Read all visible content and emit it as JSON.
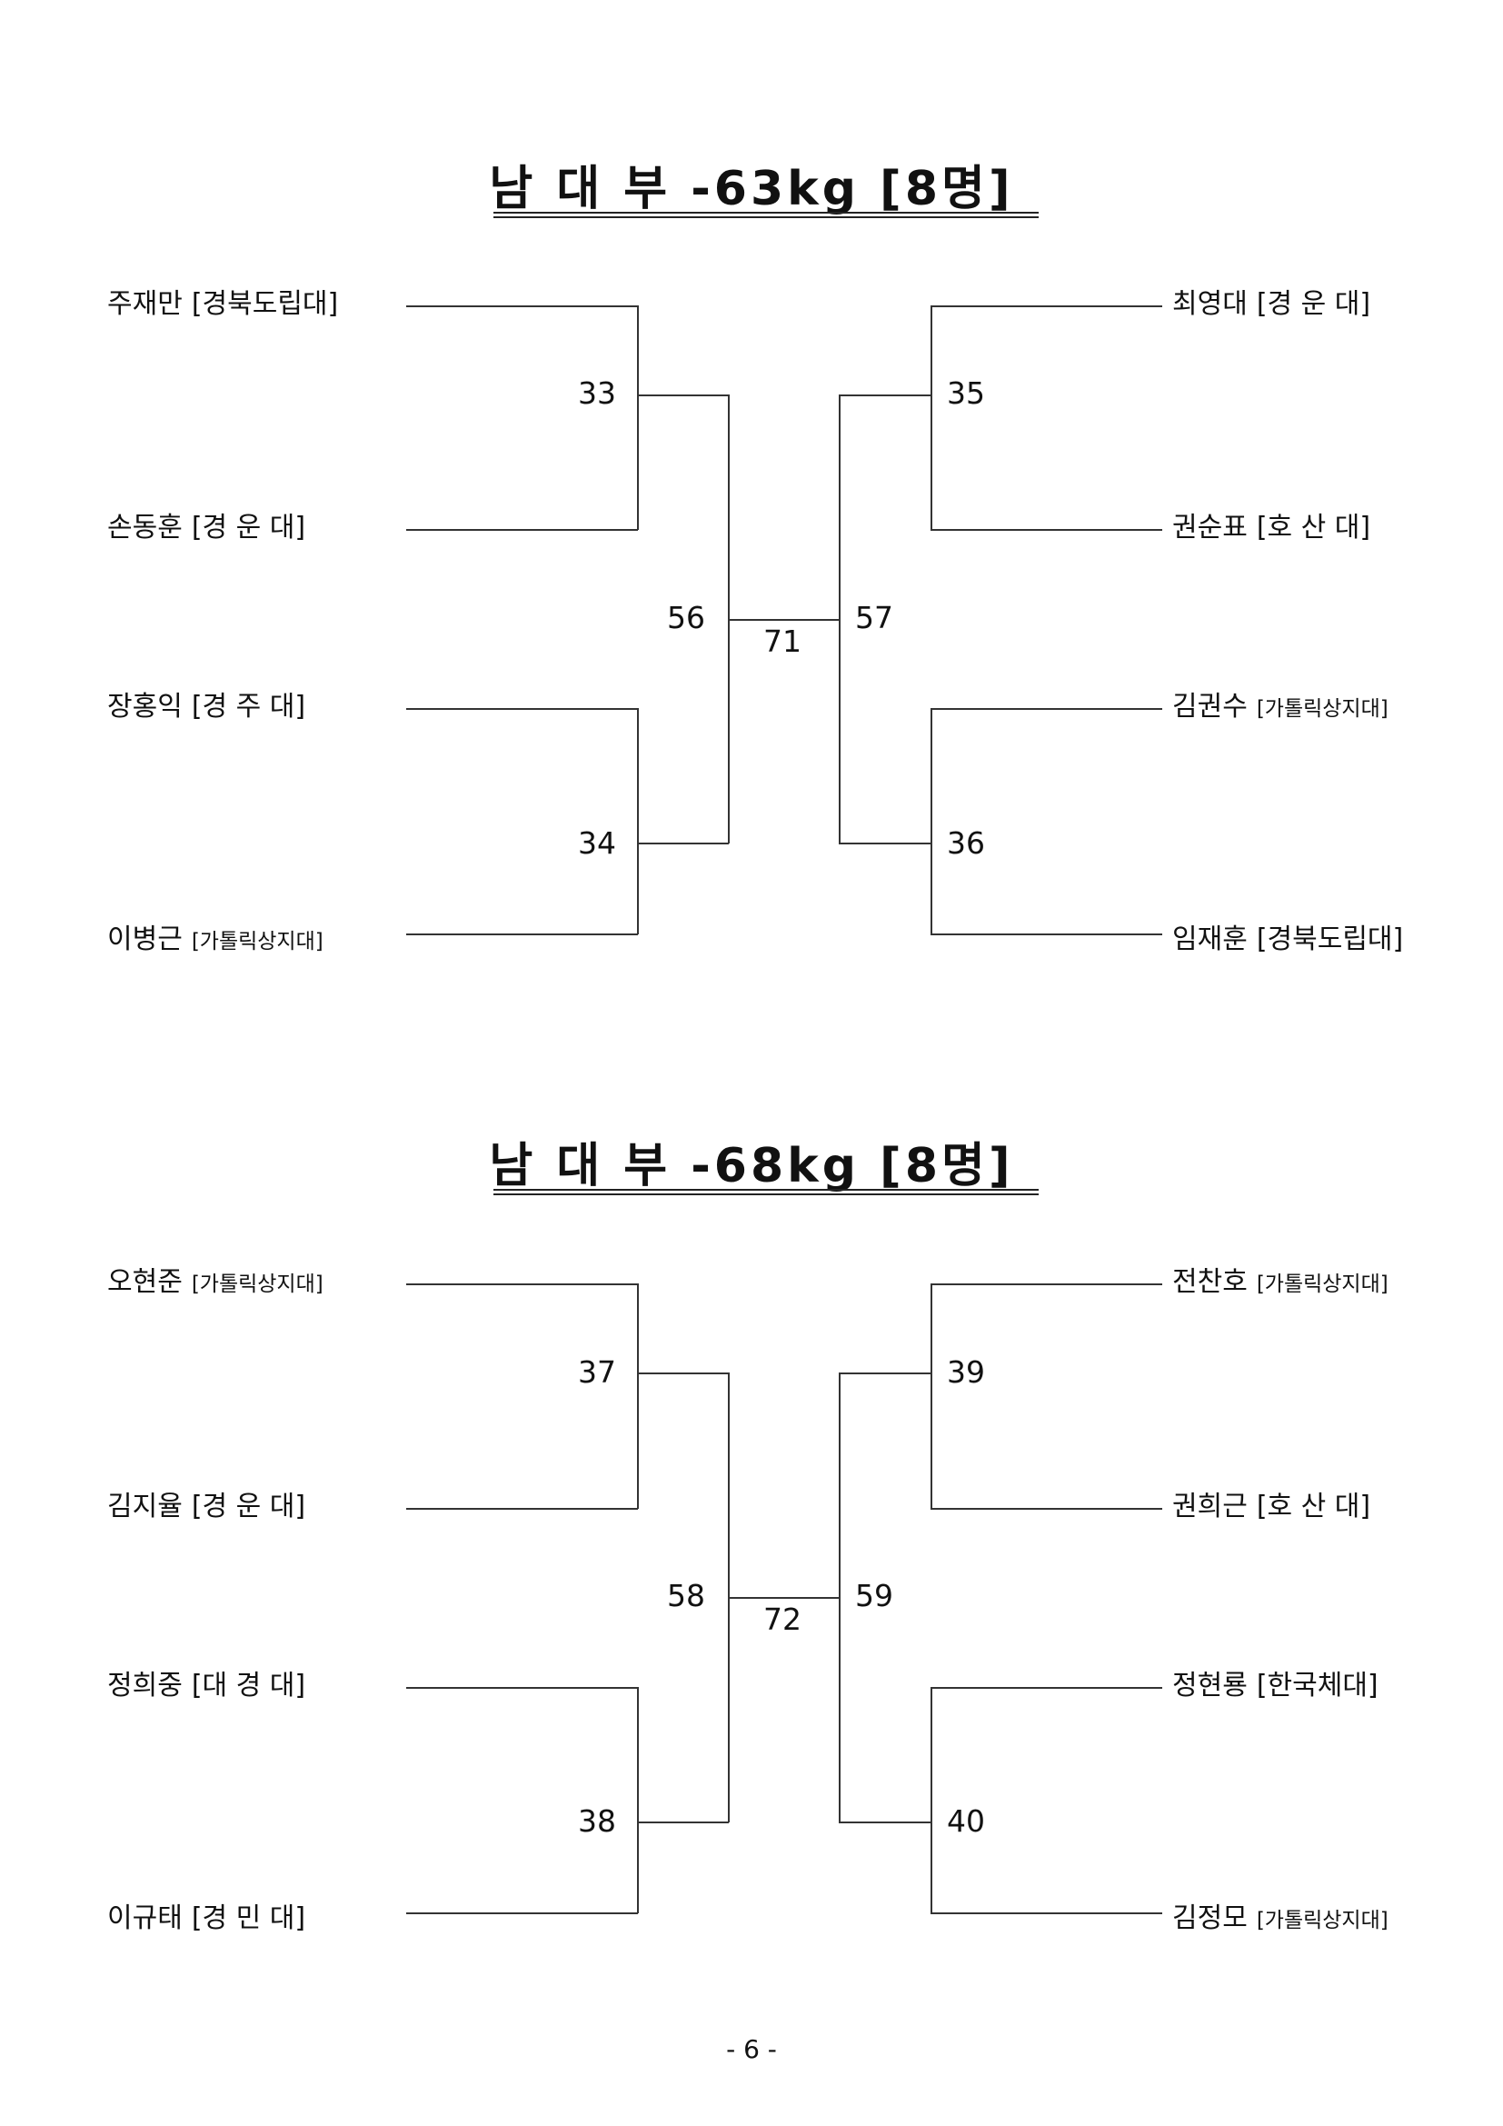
{
  "brackets": [
    {
      "title": "남 대 부 -63kg [8명]",
      "left": [
        {
          "name": "주재만",
          "aff": "[경북도립대]"
        },
        {
          "name": "손동훈",
          "aff": "[경 운 대]"
        },
        {
          "name": "장홍익",
          "aff": "[경 주 대]"
        },
        {
          "name": "이병근",
          "aff": "[가톨릭상지대]"
        }
      ],
      "right": [
        {
          "name": "최영대",
          "aff": "[경 운 대]"
        },
        {
          "name": "권순표",
          "aff": "[호 산 대]"
        },
        {
          "name": "김권수",
          "aff": "[가톨릭상지대]"
        },
        {
          "name": "임재훈",
          "aff": "[경북도립대]"
        }
      ],
      "matches": {
        "l1": "33",
        "l2": "34",
        "r1": "35",
        "r2": "36",
        "lsemi": "56",
        "rsemi": "57",
        "final": "71"
      }
    },
    {
      "title": "남 대 부 -68kg [8명]",
      "left": [
        {
          "name": "오현준",
          "aff": "[가톨릭상지대]"
        },
        {
          "name": "김지율",
          "aff": "[경 운 대]"
        },
        {
          "name": "정희중",
          "aff": "[대 경 대]"
        },
        {
          "name": "이규태",
          "aff": "[경 민 대]"
        }
      ],
      "right": [
        {
          "name": "전찬호",
          "aff": "[가톨릭상지대]"
        },
        {
          "name": "권희근",
          "aff": "[호 산 대]"
        },
        {
          "name": "정현룡",
          "aff": "[한국체대]"
        },
        {
          "name": "김정모",
          "aff": "[가톨릭상지대]"
        }
      ],
      "matches": {
        "l1": "37",
        "l2": "38",
        "r1": "39",
        "r2": "40",
        "lsemi": "58",
        "rsemi": "59",
        "final": "72"
      }
    }
  ],
  "page_number": "- 6 -"
}
